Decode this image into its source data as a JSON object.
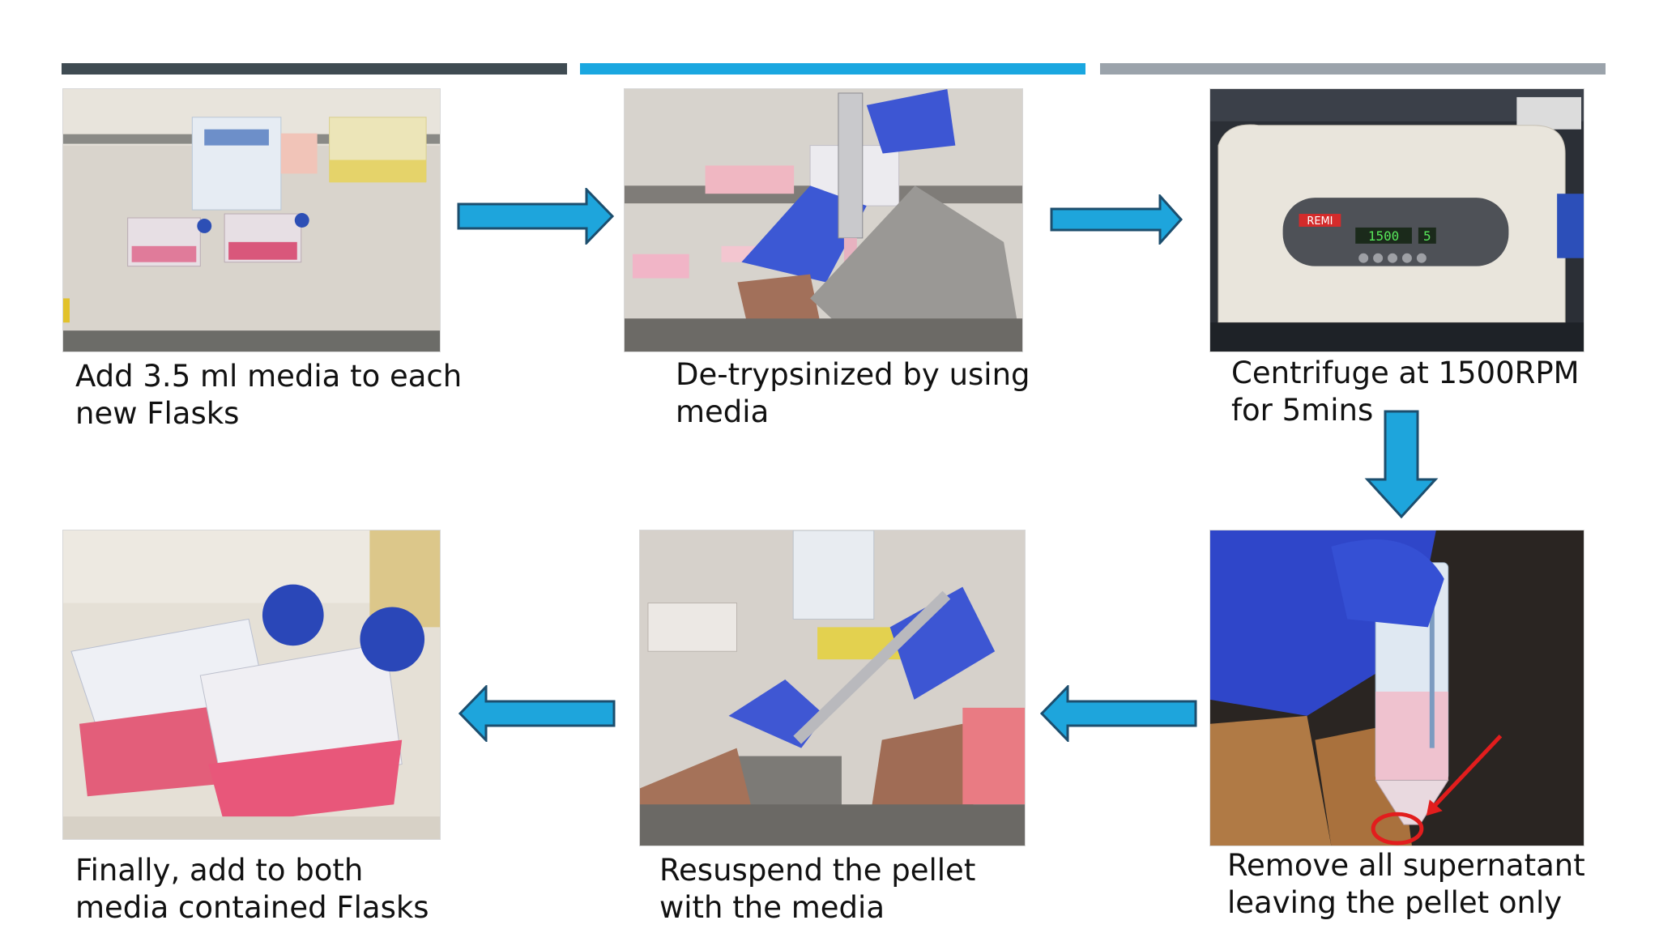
{
  "header_bars": {
    "colors": [
      "#3f4b52",
      "#1aa7e0",
      "#9ba3ab"
    ]
  },
  "arrow_color": "#1ea5dc",
  "arrow_outline": "#1c4e6e",
  "steps": [
    {
      "line1": "Add 3.5 ml media to each",
      "line2": "new Flasks"
    },
    {
      "line1": "De-trypsinized by using",
      "line2": "media"
    },
    {
      "line1": "Centrifuge at 1500RPM",
      "line2": "for 5mins"
    },
    {
      "line1": "Remove all supernatant",
      "line2": "leaving the pellet only"
    },
    {
      "line1": "Resuspend the pellet",
      "line2": "with the media"
    },
    {
      "line1": "Finally, add to both",
      "line2": "media contained Flasks"
    }
  ],
  "centrifuge": {
    "brand": "REMI",
    "speed_display": "1500",
    "time_display": "5"
  }
}
